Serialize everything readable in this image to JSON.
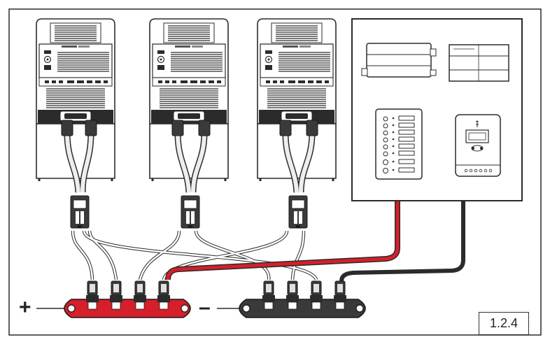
{
  "figure": {
    "number": "1.2.4",
    "positive_symbol": "+",
    "negative_symbol": "–"
  },
  "colors": {
    "outline": "#2b2b2b",
    "positive_cable": "#d51f2a",
    "negative_cable": "#2b2b2b",
    "positive_busbar": "#d51f2a",
    "negative_busbar": "#3a3a3a",
    "signal_wire": "#e6e6e6"
  },
  "units": [
    {
      "id": "power-station-1"
    },
    {
      "id": "power-station-2"
    },
    {
      "id": "power-station-3"
    }
  ],
  "load_panel": {
    "devices": [
      "inverter-icon",
      "battery-charger-icon",
      "switch-panel-icon",
      "charge-controller-icon"
    ]
  },
  "busbars": [
    {
      "polarity": "positive",
      "studs": 4
    },
    {
      "polarity": "negative",
      "studs": 4
    }
  ]
}
